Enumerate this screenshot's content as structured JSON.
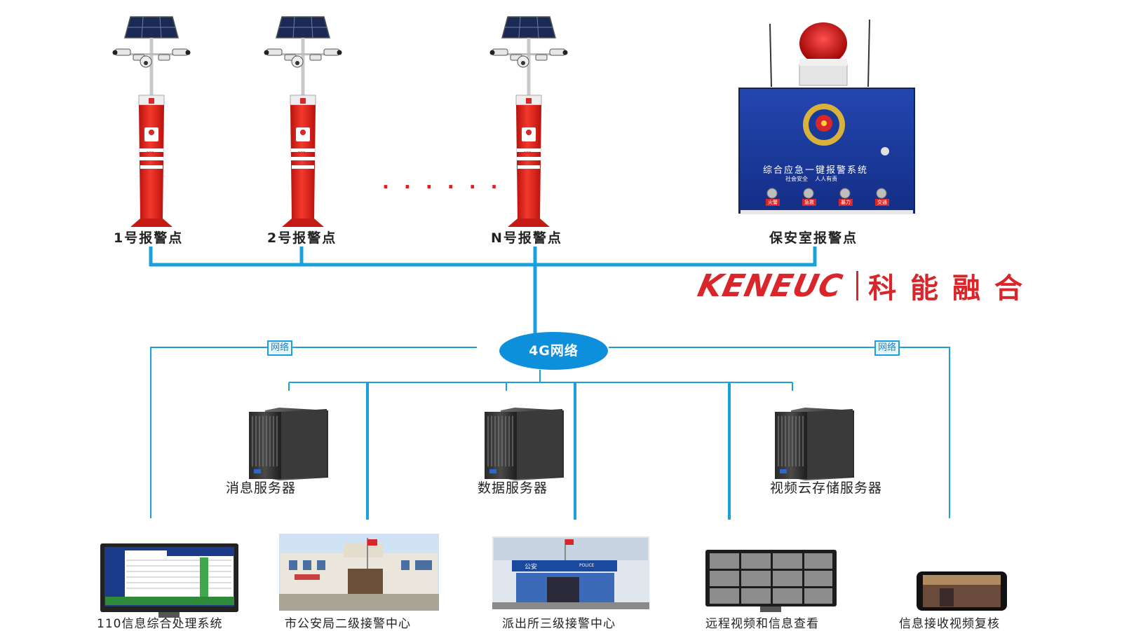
{
  "alarm_points": [
    {
      "label": "1号报警点"
    },
    {
      "label": "2号报警点"
    },
    {
      "label": "N号报警点"
    }
  ],
  "pole_button_text": "SOS",
  "ellipsis": ". . .  . . .",
  "security_box": {
    "label": "保安室报警点",
    "title": "综合应急一键报警系统",
    "slogan": "社会安全    人人有责",
    "buttons": [
      "火警",
      "急救",
      "暴力",
      "交通"
    ]
  },
  "brand": {
    "en": "KENEUC",
    "cn": "科能融合"
  },
  "network": {
    "hub": "4G网络",
    "tag_left": "网络",
    "tag_right": "网络"
  },
  "servers": [
    {
      "label": "消息服务器"
    },
    {
      "label": "数据服务器"
    },
    {
      "label": "视频云存储服务器"
    }
  ],
  "endpoints": [
    {
      "label": "110信息综合处理系统"
    },
    {
      "label": "市公安局二级接警中心"
    },
    {
      "label": "派出所三级接警中心"
    },
    {
      "label": "远程视频和信息查看"
    },
    {
      "label": "信息接收视频复核"
    }
  ],
  "building_sign": "公安",
  "building_sign_en": "POLICE",
  "colors": {
    "line": "#1aa0dc",
    "pole": "#e8251e",
    "box": "#1a3a9a",
    "brand": "#d8262a",
    "hub": "#0d8fdb"
  }
}
